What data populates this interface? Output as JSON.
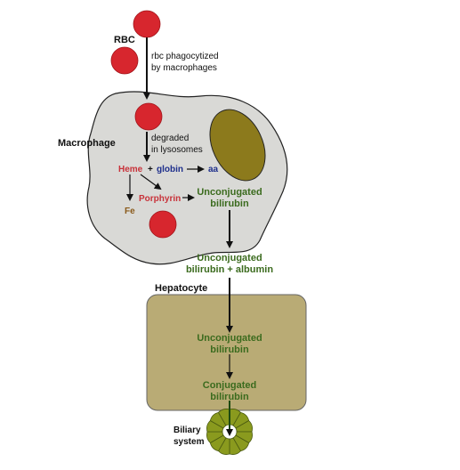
{
  "labels": {
    "rbc": "RBC",
    "phagocytized_line1": "rbc phagocytized",
    "phagocytized_line2": "by macrophages",
    "macrophage": "Macrophage",
    "degraded_line1": "degraded",
    "degraded_line2": "in lysosomes",
    "heme": "Heme",
    "plus": "+",
    "globin": "globin",
    "aa": "aa",
    "fe": "Fe",
    "porphyrin": "Porphyrin",
    "unconj_bili_1_line1": "Unconjugated",
    "unconj_bili_1_line2": "bilirubin",
    "unconj_albumin_line1": "Unconjugated",
    "unconj_albumin_line2": "bilirubin + albumin",
    "hepatocyte": "Hepatocyte",
    "unconj_bili_2_line1": "Unconjugated",
    "unconj_bili_2_line2": "bilirubin",
    "conj_bili_line1": "Conjugated",
    "conj_bili_line2": "bilirubin",
    "biliary_line1": "Biliary",
    "biliary_line2": "system"
  },
  "colors": {
    "rbc_red": "#d7262e",
    "macrophage_fill": "#d9d9d6",
    "nucleus_fill": "#8c7a1c",
    "hepatocyte_fill": "#b9ab75",
    "bilirubin_green": "#3b6b1e",
    "heme_red": "#c8323a",
    "globin_blue": "#1e2f8c",
    "fe_brown": "#8a5a1a",
    "biliary_green": "#8a9a1e"
  }
}
